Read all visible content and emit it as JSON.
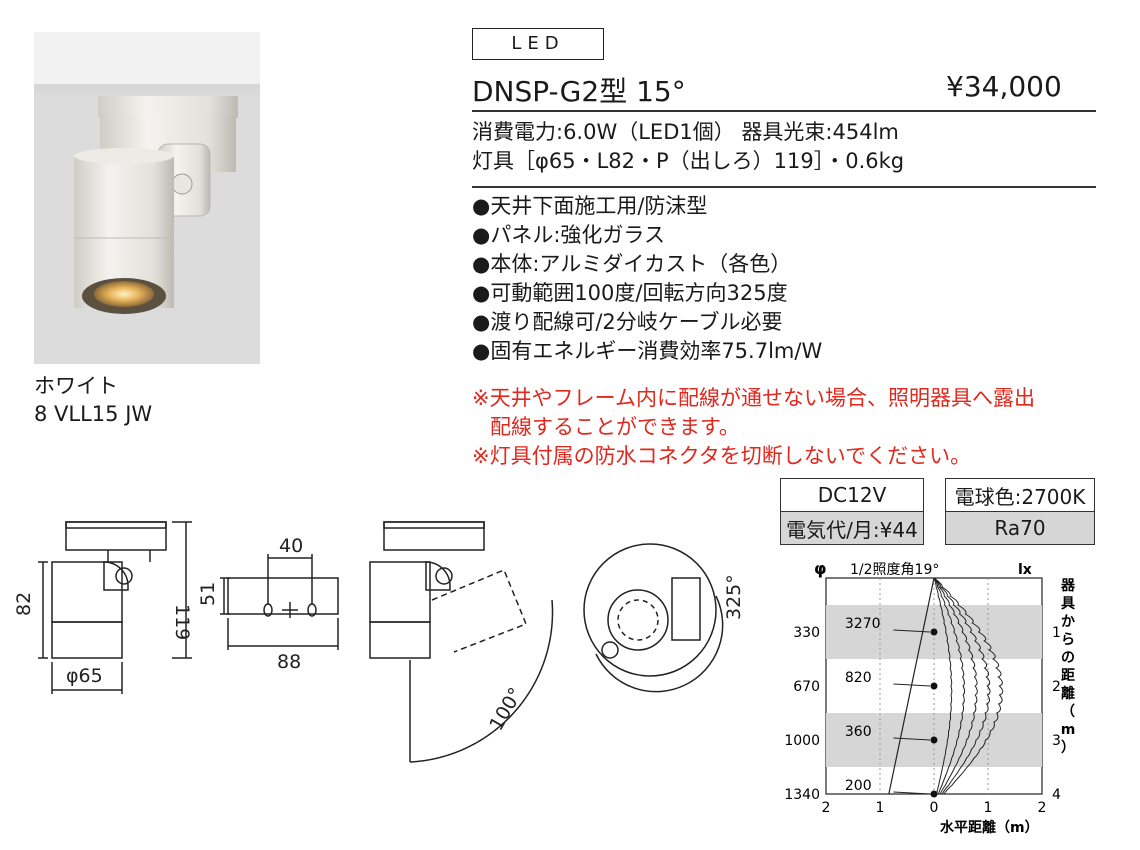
{
  "header": {
    "led_label": "LED",
    "model": "DNSP-G2型 15°",
    "price": "¥34,000"
  },
  "photo_caption": {
    "color": "ホワイト",
    "code": "8 VLL15 JW"
  },
  "specs": [
    "消費電力:6.0W（LED1個） 器具光束:454lm",
    "灯具［φ65・L82・P（出しろ）119］・0.6kg"
  ],
  "features": [
    "●天井下面施工用/防沫型",
    "●パネル:強化ガラス",
    "●本体:アルミダイカスト（各色）",
    "●可動範囲100度/回転方向325度",
    "●渡り配線可/2分岐ケーブル必要",
    "●固有エネルギー消費効率75.7lm/W"
  ],
  "notes": [
    "※天井やフレーム内に配線が通せない場合、照明器具へ露出",
    "配線することができます。",
    "※灯具付属の防水コネクタを切断しないでください。"
  ],
  "electrical": {
    "voltage": "DC12V",
    "color_temp": "電球色:2700K",
    "monthly_cost": "電気代/月:¥44",
    "ra": "Ra70"
  },
  "dimensions": {
    "height_body": "82",
    "height_total": "119",
    "diameter": "φ65",
    "mount_height": "51",
    "mount_spacing": "40",
    "mount_width": "88",
    "tilt_range": "100°",
    "rotation_range": "325°"
  },
  "chart_data": {
    "type": "line",
    "title": "1/2照度角19°",
    "phi_label": "φ",
    "lx_label": "lx",
    "xlabel": "水平距離（m）",
    "ylabel": "器具からの距離（m）",
    "x_ticks": [
      "2",
      "1",
      "0",
      "1",
      "2"
    ],
    "xlim": [
      -2,
      2
    ],
    "ylim": [
      0,
      4
    ],
    "distance_ticks": [
      "1",
      "2",
      "3",
      "4"
    ],
    "diameter_ticks": [
      "330",
      "670",
      "1000",
      "1340"
    ],
    "points": [
      {
        "distance": 1,
        "lux": "3270"
      },
      {
        "distance": 2,
        "lux": "820"
      },
      {
        "distance": 3,
        "lux": "360"
      },
      {
        "distance": 4,
        "lux": "200"
      }
    ],
    "half_angle_deg": 19
  }
}
